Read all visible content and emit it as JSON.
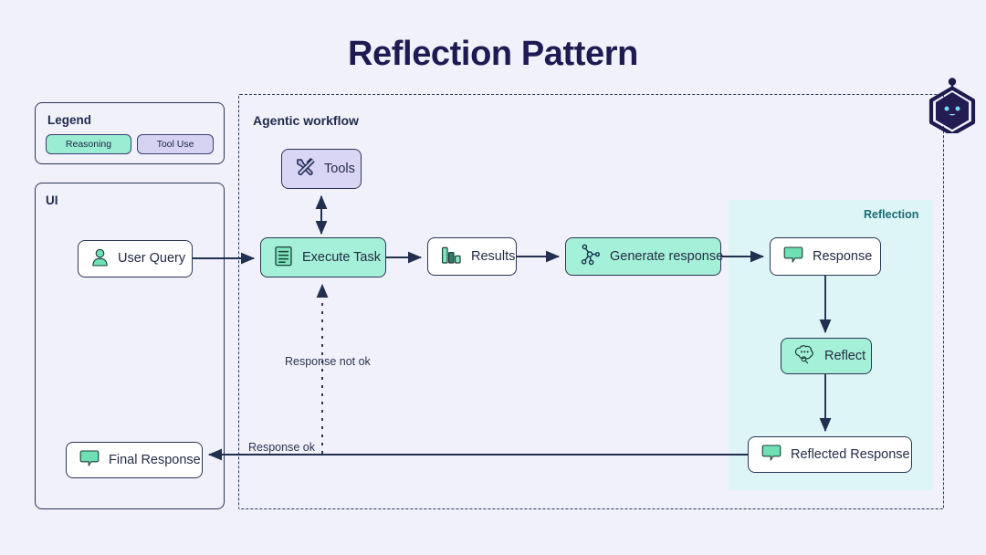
{
  "title": "Reflection Pattern",
  "colors": {
    "background": "#f0f1fb",
    "title_navy": "#1f1b52",
    "stroke_navy": "#2b3556",
    "reasoning_mint": "#a5f0d8",
    "tool_use_lavender": "#d9d6f5",
    "reflection_panel": "#ddf5f7",
    "reflection_label": "#1a6b72",
    "icon_green": "#58d1a3"
  },
  "legend": {
    "title": "Legend",
    "items": [
      {
        "label": "Reasoning",
        "color": "#9aecd2",
        "icon": "reasoning-swatch"
      },
      {
        "label": "Tool Use",
        "color": "#d5d2f2",
        "icon": "tool-use-swatch"
      }
    ]
  },
  "ui_panel": {
    "title": "UI",
    "nodes": [
      {
        "id": "user-query",
        "label": "User Query",
        "icon": "user-icon",
        "fill": "white"
      },
      {
        "id": "final-response",
        "label": "Final Response",
        "icon": "speech-bubble-icon",
        "fill": "white"
      }
    ]
  },
  "agentic_panel": {
    "title": "Agentic workflow",
    "nodes": [
      {
        "id": "tools",
        "label": "Tools",
        "icon": "tools-wrench-screwdriver-icon",
        "fill": "lavender"
      },
      {
        "id": "execute-task",
        "label": "Execute Task",
        "icon": "document-list-icon",
        "fill": "mint"
      },
      {
        "id": "results",
        "label": "Results",
        "icon": "bar-chart-icon",
        "fill": "white"
      },
      {
        "id": "generate-response",
        "label": "Generate response",
        "icon": "node-graph-icon",
        "fill": "mint"
      }
    ]
  },
  "reflection_panel": {
    "title": "Reflection",
    "nodes": [
      {
        "id": "response",
        "label": "Response",
        "icon": "speech-bubble-icon",
        "fill": "white"
      },
      {
        "id": "reflect",
        "label": "Reflect",
        "icon": "thought-bubble-search-icon",
        "fill": "mint"
      },
      {
        "id": "reflected-response",
        "label": "Reflected Response",
        "icon": "speech-bubble-icon",
        "fill": "white"
      }
    ]
  },
  "edges": [
    {
      "id": "user-query-to-execute-task",
      "from": "user-query",
      "to": "execute-task",
      "style": "solid",
      "label": ""
    },
    {
      "id": "execute-task-to-tools",
      "from": "execute-task",
      "to": "tools",
      "style": "solid",
      "label": "",
      "bidirectional": true
    },
    {
      "id": "execute-task-to-results",
      "from": "execute-task",
      "to": "results",
      "style": "solid",
      "label": ""
    },
    {
      "id": "results-to-generate-response",
      "from": "results",
      "to": "generate-response",
      "style": "solid",
      "label": ""
    },
    {
      "id": "generate-response-to-response",
      "from": "generate-response",
      "to": "response",
      "style": "solid",
      "label": ""
    },
    {
      "id": "response-to-reflect",
      "from": "response",
      "to": "reflect",
      "style": "solid",
      "label": ""
    },
    {
      "id": "reflect-to-reflected-response",
      "from": "reflect",
      "to": "reflected-response",
      "style": "solid",
      "label": ""
    },
    {
      "id": "reflected-response-to-final-response",
      "from": "reflected-response",
      "to": "final-response",
      "style": "solid",
      "label": "Response ok"
    },
    {
      "id": "response-not-ok-to-execute-task",
      "from": "reflected-response",
      "to": "execute-task",
      "style": "dotted",
      "label": "Response not ok"
    }
  ],
  "edge_labels": {
    "response_not_ok": "Response not ok",
    "response_ok": "Response ok"
  },
  "logo": {
    "icon": "hexagon-bot-icon"
  }
}
